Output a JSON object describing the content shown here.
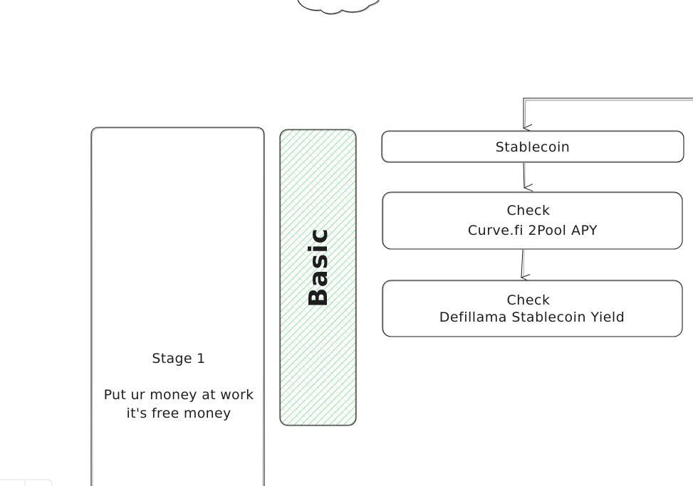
{
  "diagram": {
    "stage_panel": {
      "title": "Stage 1",
      "line1": "Put ur money at work",
      "line2": "it's free money"
    },
    "category_panel": {
      "label": "Basic",
      "fill_color": "#b2f2bb"
    },
    "nodes": {
      "stablecoin": {
        "label": "Stablecoin"
      },
      "curve_check": {
        "line1": "Check",
        "line2": "Curve.fi 2Pool APY"
      },
      "defillama_check": {
        "line1": "Check",
        "line2": "Defillama Stablecoin Yield"
      }
    },
    "stroke_color": "#1e1e1e"
  }
}
